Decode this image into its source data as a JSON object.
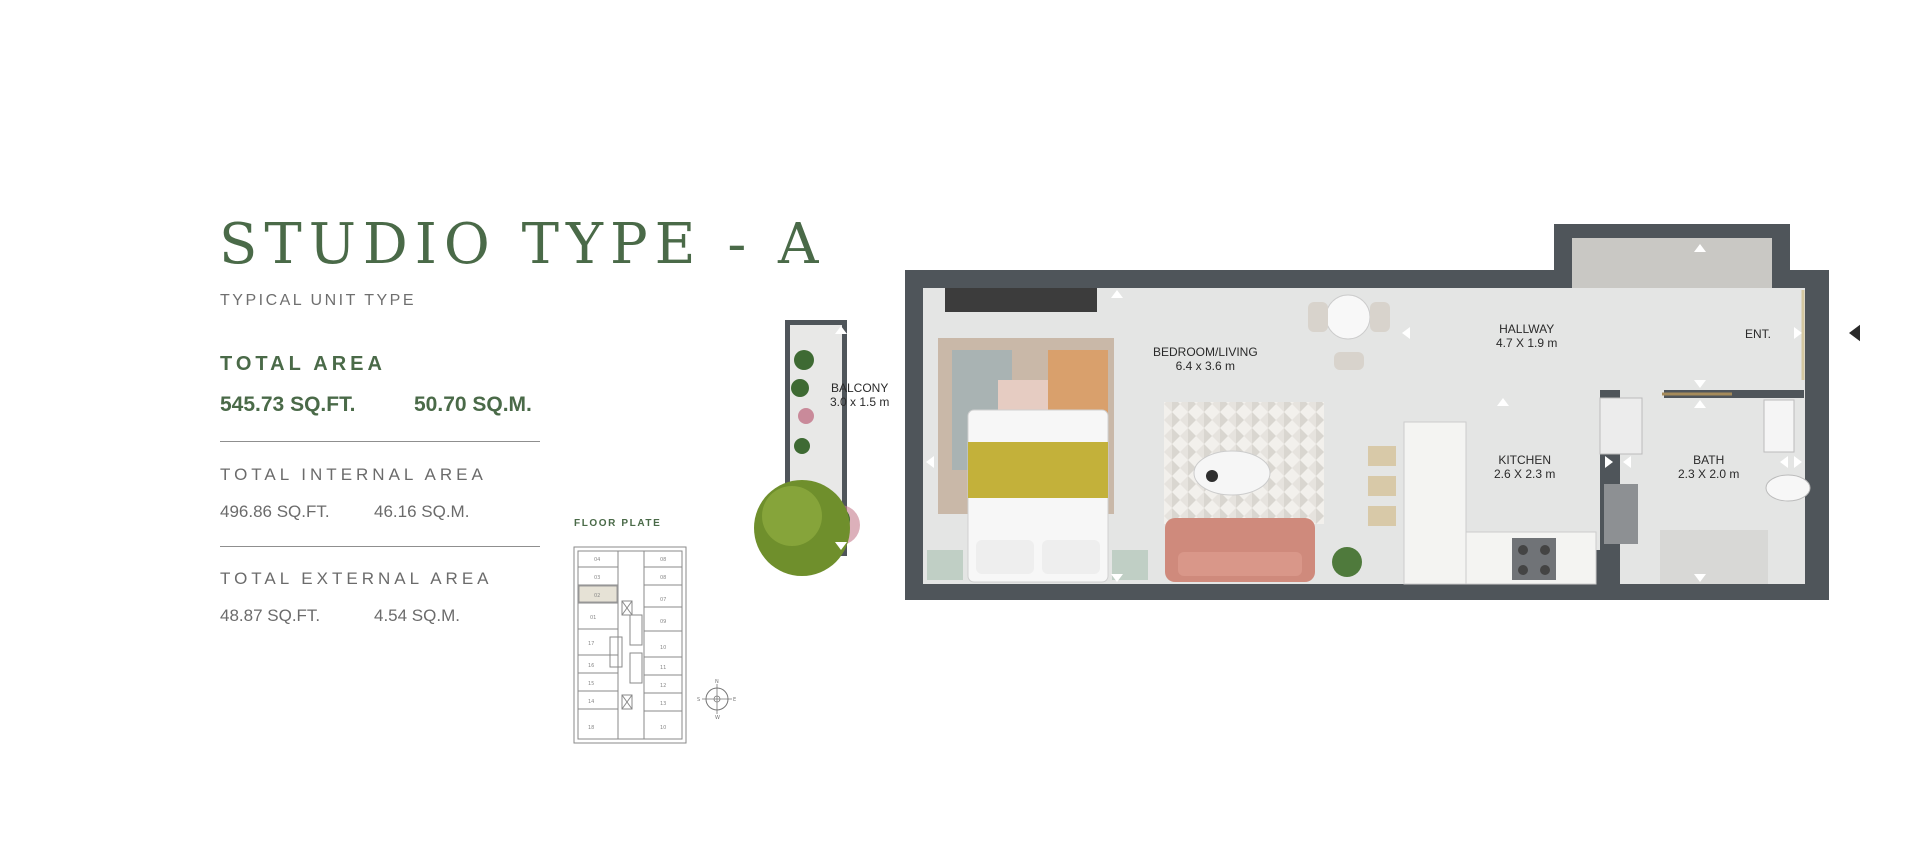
{
  "header": {
    "title": "STUDIO TYPE - A",
    "subtitle": "TYPICAL UNIT TYPE"
  },
  "total_area": {
    "label": "TOTAL AREA",
    "sqft": "545.73 SQ.FT.",
    "sqm": "50.70 SQ.M."
  },
  "internal_area": {
    "label": "TOTAL INTERNAL AREA",
    "sqft": "496.86 SQ.FT.",
    "sqm": "46.16 SQ.M."
  },
  "external_area": {
    "label": "TOTAL EXTERNAL AREA",
    "sqft": "48.87 SQ.FT.",
    "sqm": "4.54 SQ.M."
  },
  "floor_plate": {
    "label": "FLOOR PLATE"
  },
  "rooms": {
    "balcony": {
      "name": "BALCONY",
      "size": "3.0 x 1.5 m"
    },
    "bedroom": {
      "name": "BEDROOM/LIVING",
      "size": "6.4 x 3.6 m"
    },
    "hallway": {
      "name": "HALLWAY",
      "size": "4.7 X 1.9 m"
    },
    "kitchen": {
      "name": "KITCHEN",
      "size": "2.6 X 2.3 m"
    },
    "bath": {
      "name": "BATH",
      "size": "2.3 X 2.0 m"
    },
    "entrance": {
      "name": "ENT."
    }
  },
  "colors": {
    "accent": "#4a6a48",
    "wall": "#4f555a",
    "floor": "#e4e5e4"
  }
}
